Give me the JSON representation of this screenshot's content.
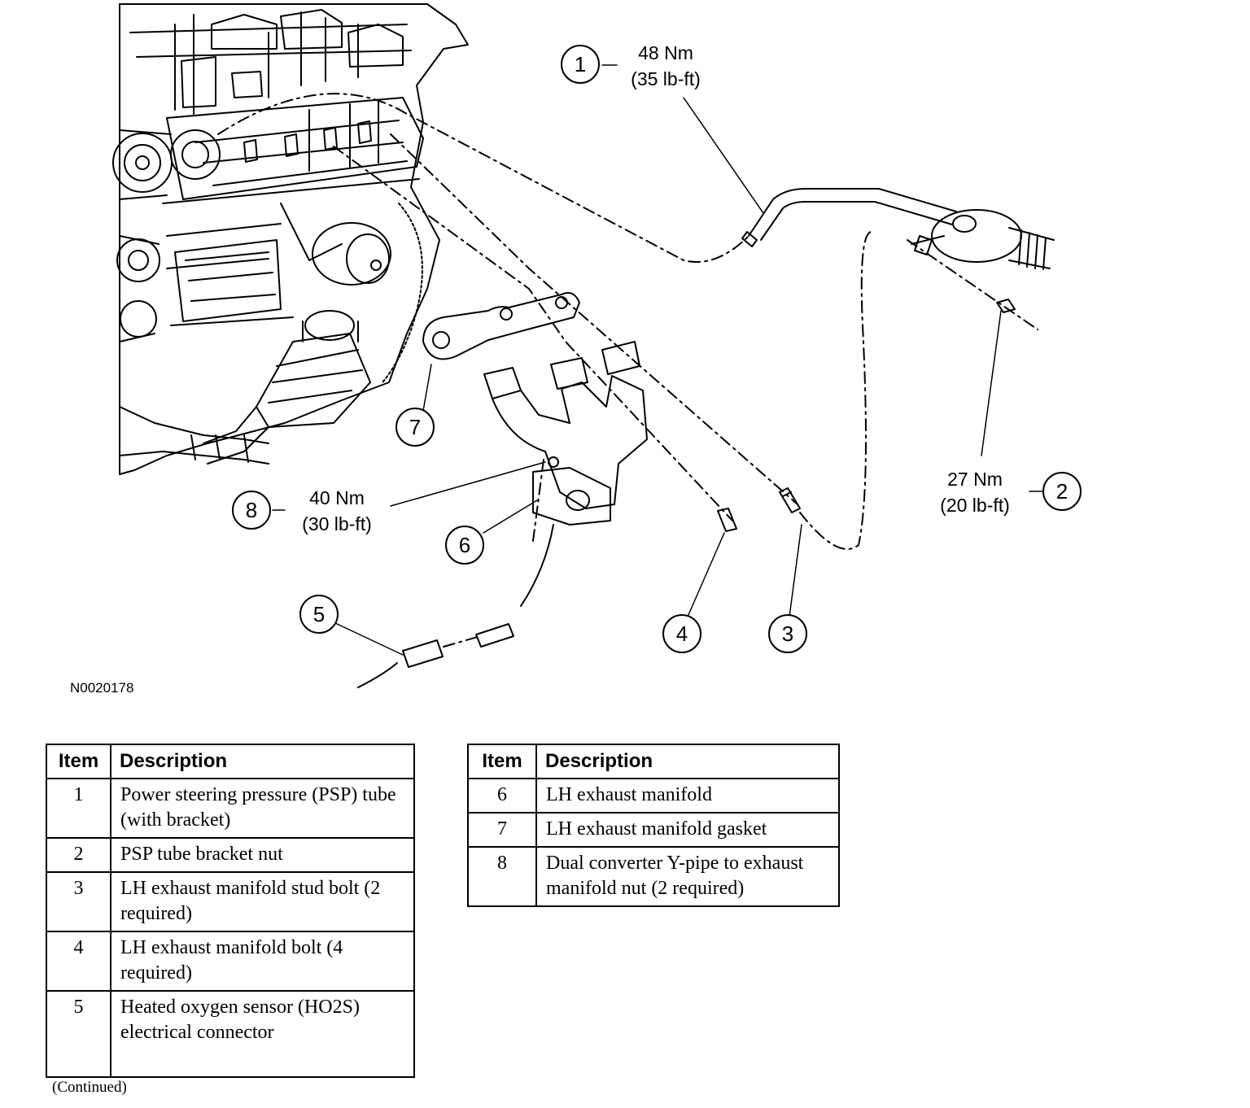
{
  "figure": {
    "id": "N0020178",
    "callouts": [
      {
        "num": "1",
        "torque_nm": "48 Nm",
        "torque_lbft": "(35 lb-ft)"
      },
      {
        "num": "2",
        "torque_nm": "27 Nm",
        "torque_lbft": "(20 lb-ft)"
      },
      {
        "num": "3"
      },
      {
        "num": "4"
      },
      {
        "num": "5"
      },
      {
        "num": "6"
      },
      {
        "num": "7"
      },
      {
        "num": "8",
        "torque_nm": "40 Nm",
        "torque_lbft": "(30 lb-ft)"
      }
    ]
  },
  "legend_left": {
    "header_item": "Item",
    "header_desc": "Description",
    "rows": [
      {
        "item": "1",
        "desc": "Power steering pressure (PSP) tube (with bracket)"
      },
      {
        "item": "2",
        "desc": "PSP tube bracket nut"
      },
      {
        "item": "3",
        "desc": "LH exhaust manifold stud bolt (2 required)"
      },
      {
        "item": "4",
        "desc": "LH exhaust manifold bolt (4 required)"
      },
      {
        "item": "5",
        "desc": "Heated oxygen sensor (HO2S) electrical connector"
      }
    ]
  },
  "legend_right": {
    "header_item": "Item",
    "header_desc": "Description",
    "rows": [
      {
        "item": "6",
        "desc": "LH exhaust manifold"
      },
      {
        "item": "7",
        "desc": "LH exhaust manifold gasket"
      },
      {
        "item": "8",
        "desc": "Dual converter Y-pipe to exhaust manifold nut (2 required)"
      }
    ]
  },
  "footer": {
    "continued": "(Continued)"
  }
}
